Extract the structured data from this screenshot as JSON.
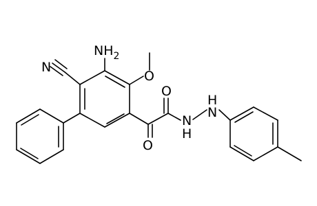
{
  "molecule": {
    "atoms": {
      "nh2": {
        "symbol": "NH",
        "subscript": "2"
      },
      "cn_n": {
        "symbol": "N"
      },
      "ome_o": {
        "symbol": "O"
      },
      "keto_o": {
        "symbol": "O"
      },
      "amide_o": {
        "symbol": "O"
      },
      "nh1": {
        "symbol": "N",
        "hydrogen": "H"
      },
      "nh2_link": {
        "symbol": "N",
        "hydrogen": "H"
      }
    }
  },
  "style": {
    "bond_color": "#000000",
    "background": "#ffffff"
  }
}
